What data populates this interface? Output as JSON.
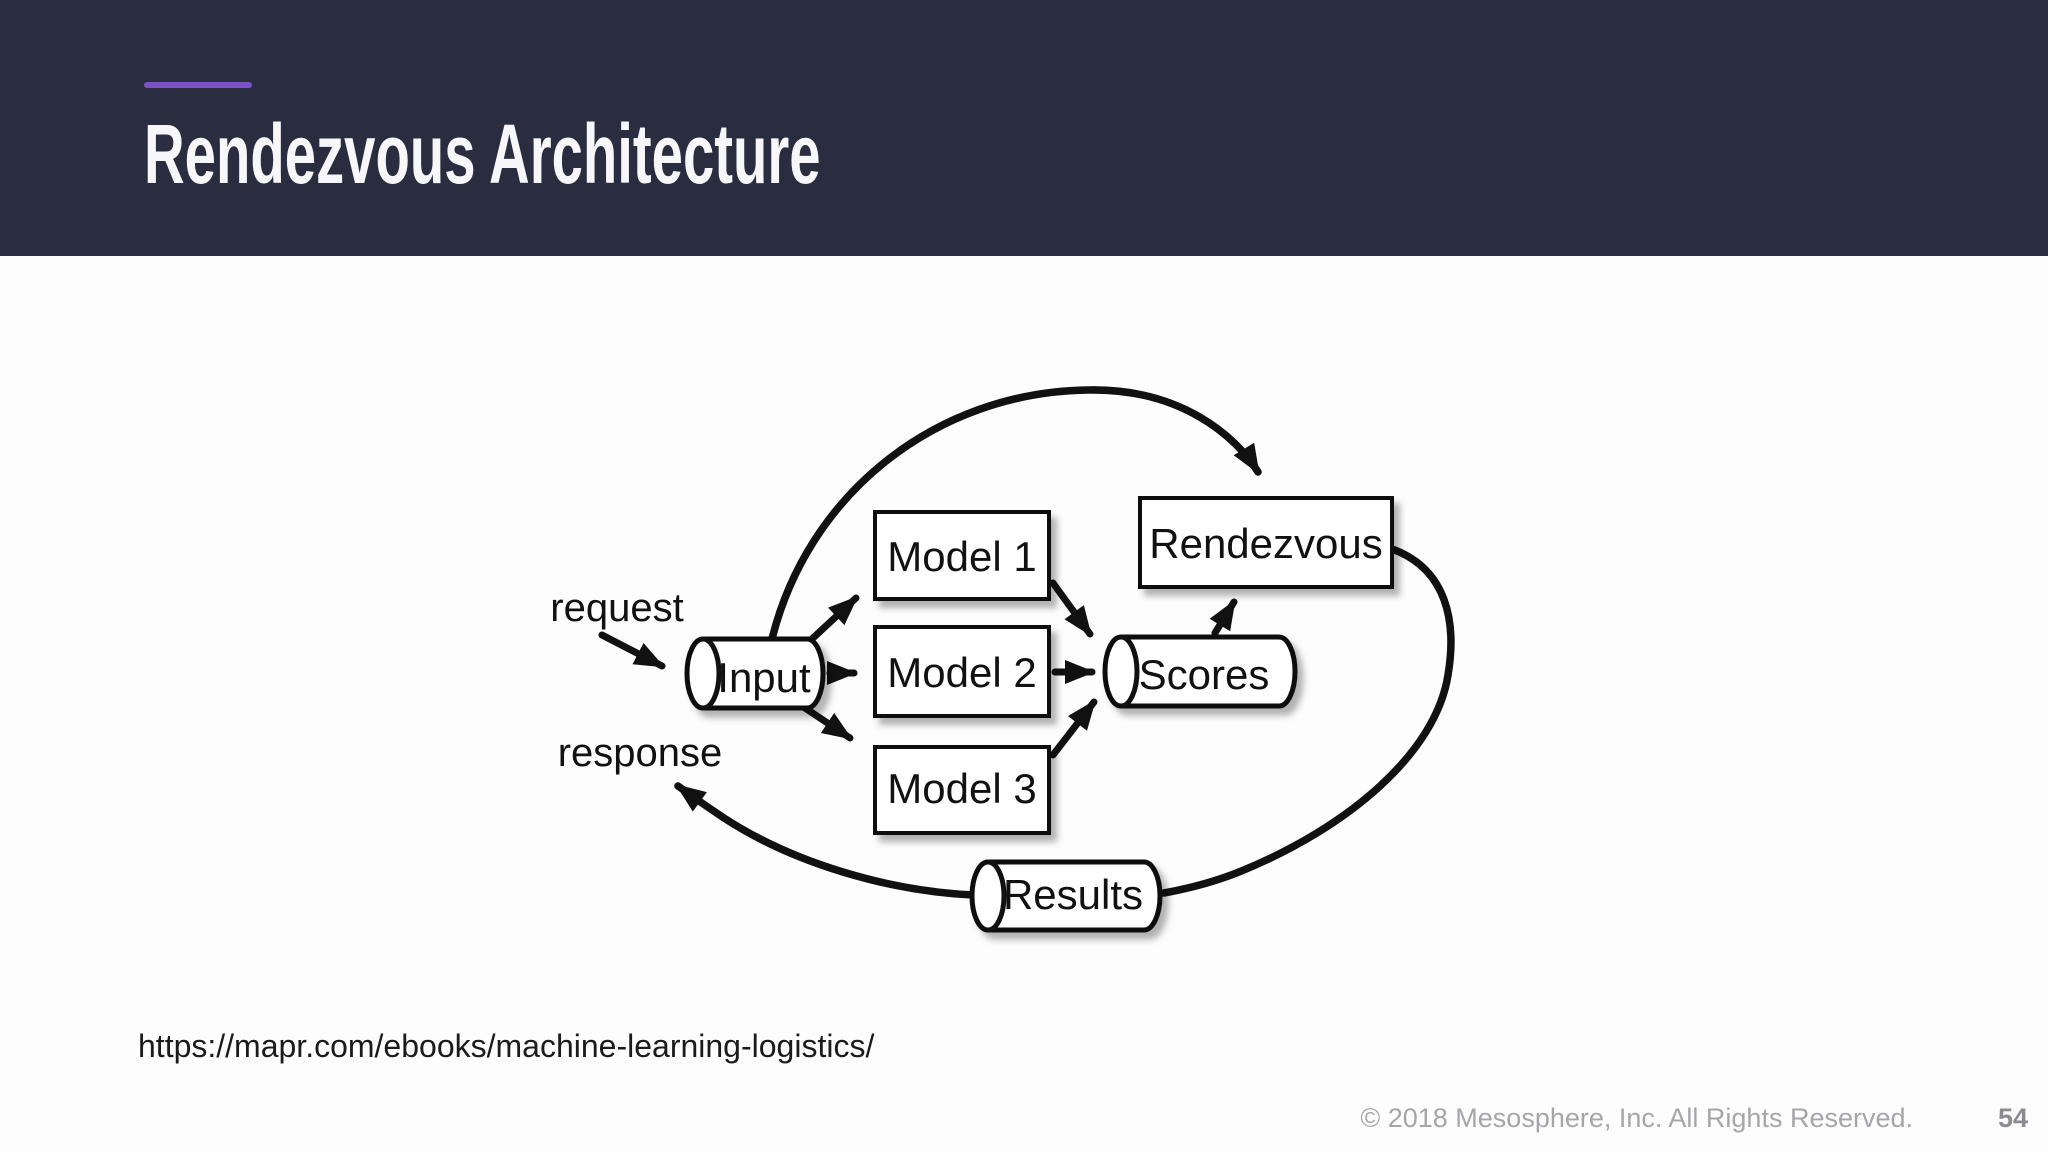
{
  "slide": {
    "header": {
      "title": "Rendezvous Architecture"
    },
    "source_url": "https://mapr.com/ebooks/machine-learning-logistics/",
    "footer": {
      "copyright": "© 2018 Mesosphere, Inc. All Rights Reserved.",
      "page_number": "54"
    }
  },
  "colors": {
    "header_bg": "#2a2d40",
    "accent_purple": "#7b52c9",
    "title_text": "#f7f7f9",
    "body_bg": "#fdfdfd",
    "diagram_stroke": "#111111",
    "footer_text": "#a6a6aa",
    "page_number_text": "#8a8a90",
    "url_text": "#1b1b1d"
  },
  "diagram": {
    "type": "flow-diagram",
    "nodes": {
      "input": {
        "label": "Input",
        "shape": "cylinder"
      },
      "model1": {
        "label": "Model 1",
        "shape": "box"
      },
      "model2": {
        "label": "Model 2",
        "shape": "box"
      },
      "model3": {
        "label": "Model 3",
        "shape": "box"
      },
      "scores": {
        "label": "Scores",
        "shape": "cylinder"
      },
      "rendezvous": {
        "label": "Rendezvous",
        "shape": "box"
      },
      "results": {
        "label": "Results",
        "shape": "cylinder"
      }
    },
    "flow_labels": {
      "request": "request",
      "response": "response"
    },
    "edges": [
      {
        "from": "request",
        "to": "input"
      },
      {
        "from": "input",
        "to": "model1"
      },
      {
        "from": "input",
        "to": "model2"
      },
      {
        "from": "input",
        "to": "model3"
      },
      {
        "from": "input",
        "to": "rendezvous"
      },
      {
        "from": "model1",
        "to": "scores"
      },
      {
        "from": "model2",
        "to": "scores"
      },
      {
        "from": "model3",
        "to": "scores"
      },
      {
        "from": "scores",
        "to": "rendezvous"
      },
      {
        "from": "rendezvous",
        "to": "results"
      },
      {
        "from": "results",
        "to": "response"
      }
    ]
  }
}
